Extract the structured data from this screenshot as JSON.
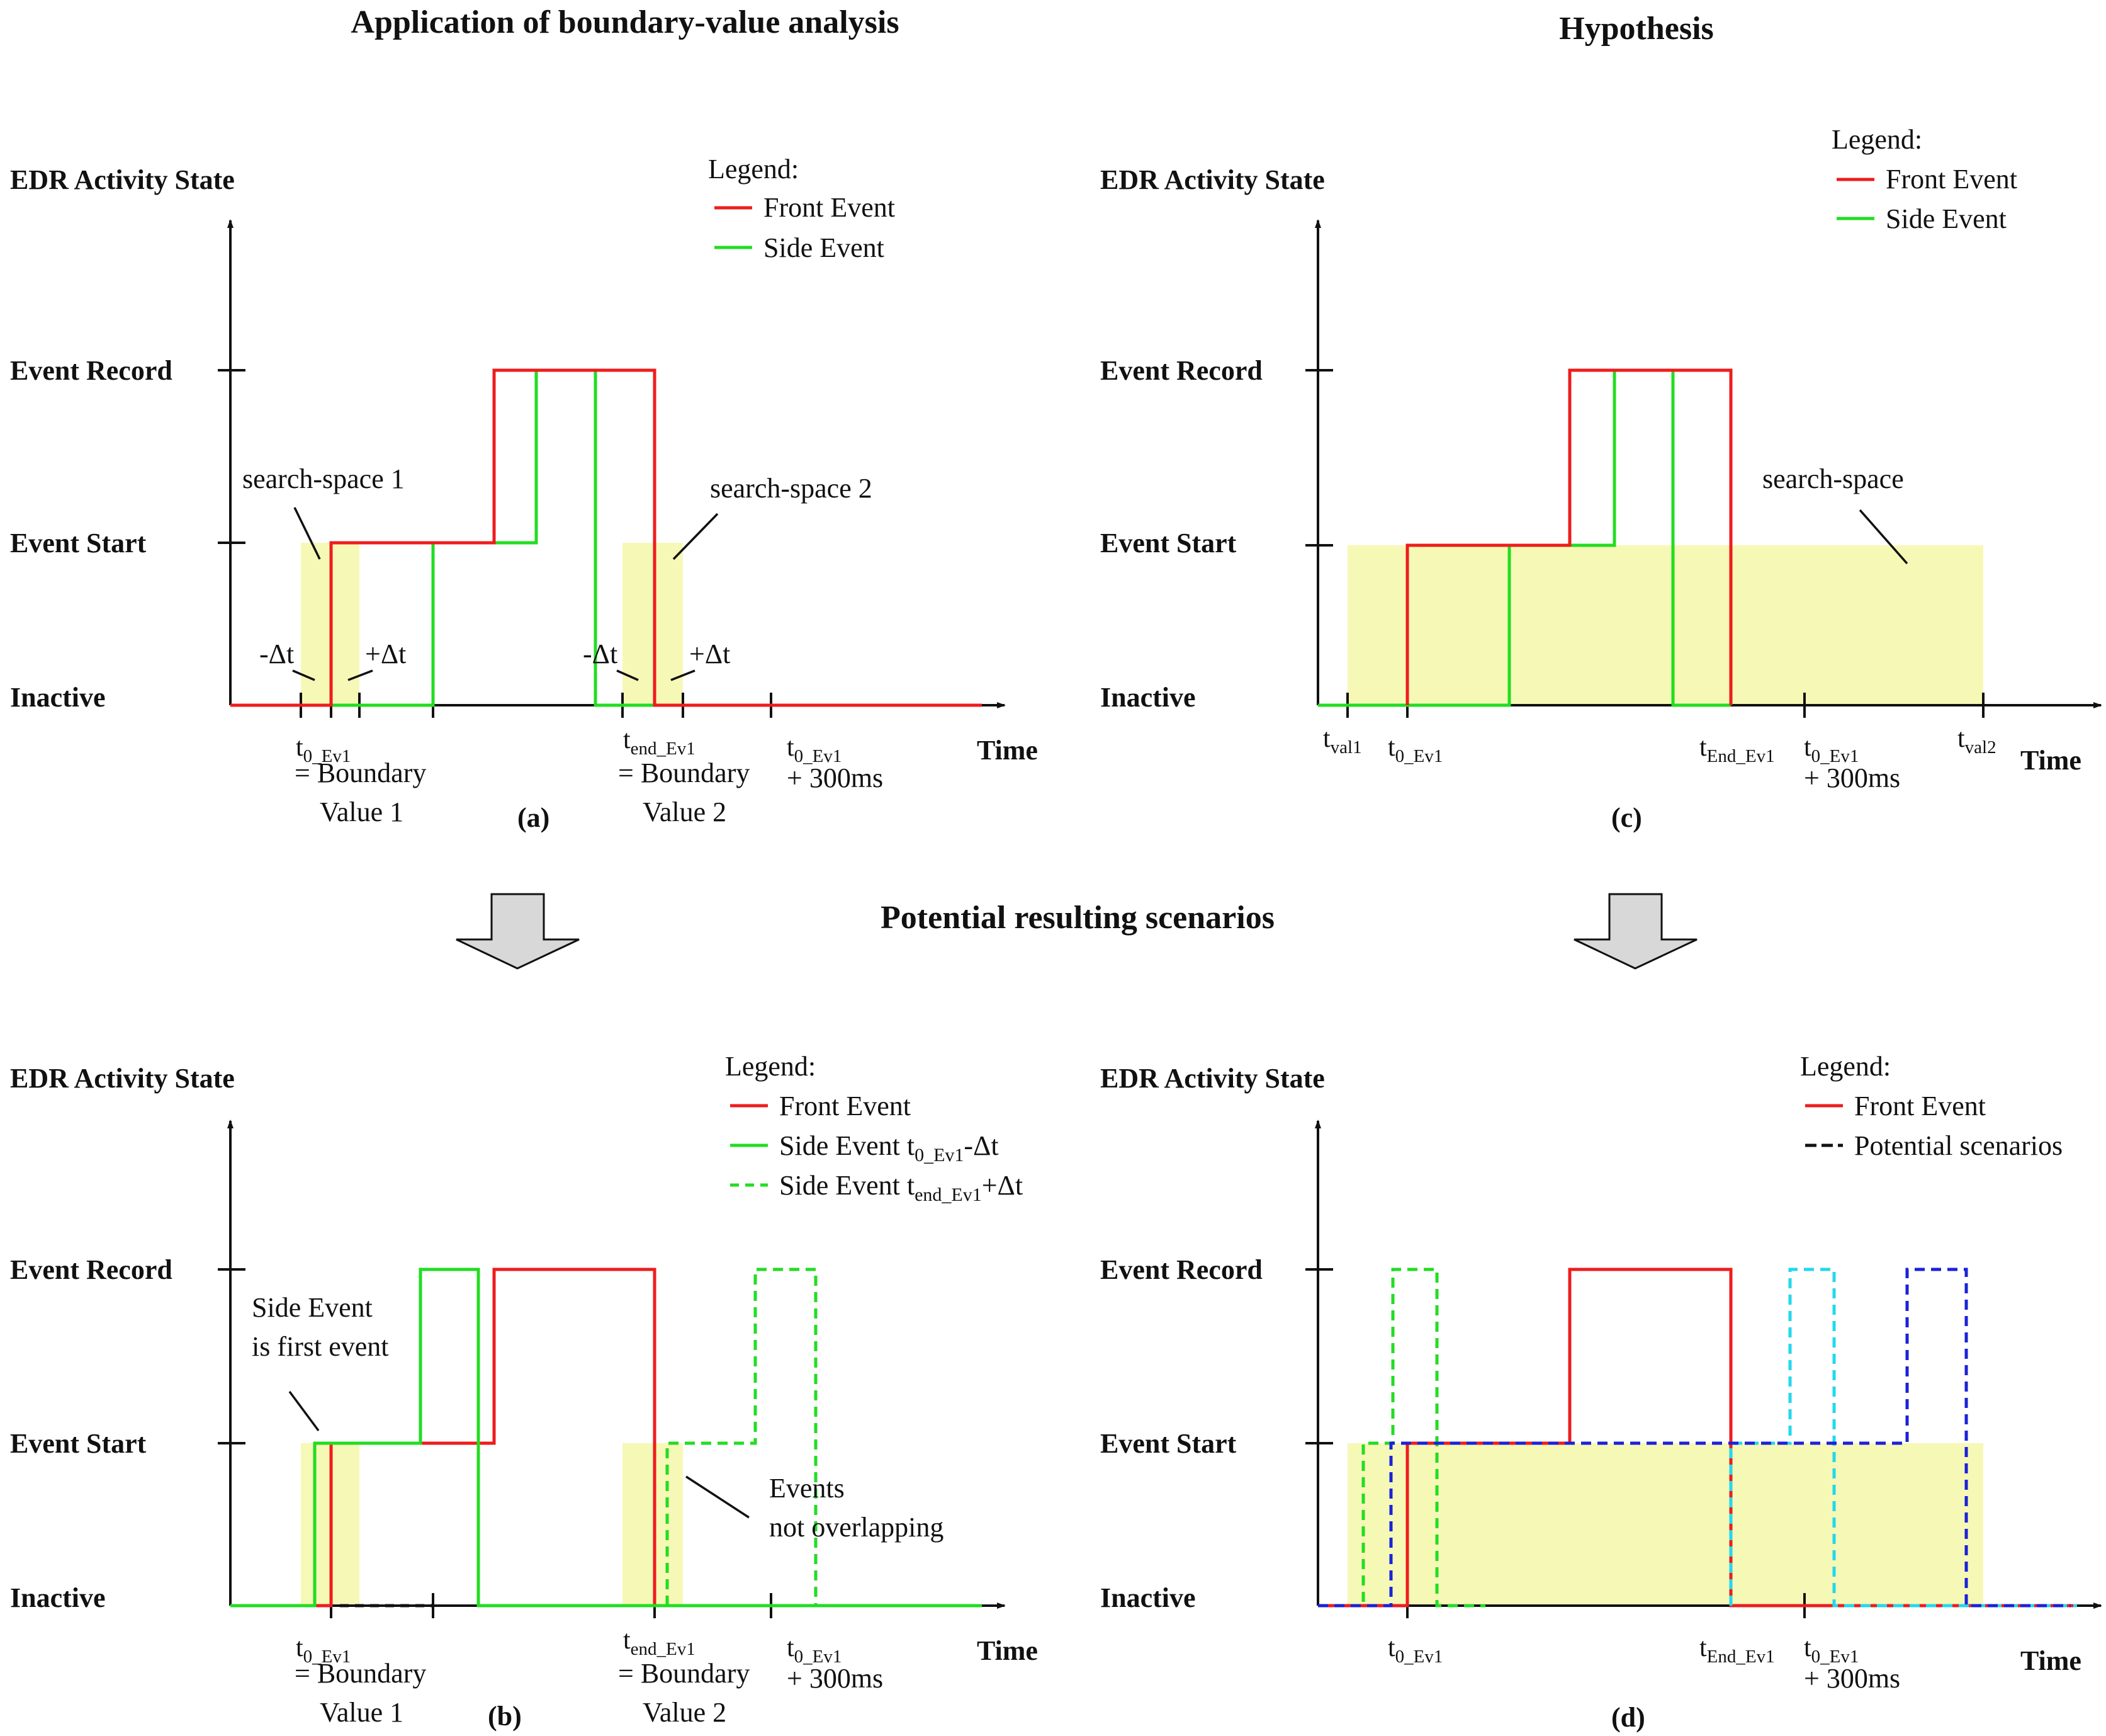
{
  "headings": {
    "top_left": "Application of boundary-value analysis",
    "top_right": "Hypothesis",
    "middle": "Potential resulting scenarios"
  },
  "colors": {
    "front": "#ee1c1c",
    "side": "#22dd22",
    "shade": "#f6f8b6",
    "cyan": "#22d8ee",
    "blue": "#1a22d8",
    "arrow_fill": "#d8d8d8"
  },
  "panels": {
    "a": {
      "label": "(a)",
      "y_title": "EDR Activity State",
      "x_title": "Time",
      "states": [
        "Event Record",
        "Event Start",
        "Inactive"
      ],
      "legend_title": "Legend:",
      "legend": [
        "Front Event",
        "Side Event"
      ],
      "search1": "search-space 1",
      "search2": "search-space 2",
      "minus_dt": "-Δt",
      "plus_dt": "+Δt",
      "t0_base": "t",
      "t0_sub": "0_Ev1",
      "boundary": "= Boundary",
      "value1": "Value 1",
      "tend_base": "t",
      "tend_sub": "end_Ev1",
      "value2": "Value 2",
      "plus300": "+ 300ms"
    },
    "b": {
      "label": "(b)",
      "y_title": "EDR Activity State",
      "x_title": "Time",
      "states": [
        "Event Record",
        "Event Start",
        "Inactive"
      ],
      "legend_title": "Legend:",
      "legend_front": "Front Event",
      "legend_side_pre": "Side Event t",
      "legend_side_sub": "0_Ev1",
      "legend_side_post": "-Δt",
      "legend_side2_pre": "Side Event t",
      "legend_side2_sub": "end_Ev1",
      "legend_side2_post": "+Δt",
      "note1_l1": "Side Event",
      "note1_l2": "is first event",
      "note2_l1": "Events",
      "note2_l2": "not overlapping",
      "t0_base": "t",
      "t0_sub": "0_Ev1",
      "boundary": "= Boundary",
      "value1": "Value 1",
      "tend_base": "t",
      "tend_sub": "end_Ev1",
      "value2": "Value 2",
      "plus300": "+ 300ms"
    },
    "c": {
      "label": "(c)",
      "y_title": "EDR Activity State",
      "x_title": "Time",
      "states": [
        "Event Record",
        "Event Start",
        "Inactive"
      ],
      "legend_title": "Legend:",
      "legend": [
        "Front Event",
        "Side Event"
      ],
      "search": "search-space",
      "tval1_base": "t",
      "tval1_sub": "val1",
      "t0_base": "t",
      "t0_sub": "0_Ev1",
      "tend_base": "t",
      "tend_sub": "End_Ev1",
      "tval2_base": "t",
      "tval2_sub": "val2",
      "plus300": "+ 300ms"
    },
    "d": {
      "label": "(d)",
      "y_title": "EDR Activity State",
      "x_title": "Time",
      "states": [
        "Event Record",
        "Event Start",
        "Inactive"
      ],
      "legend_title": "Legend:",
      "legend": [
        "Front Event",
        "Potential scenarios"
      ],
      "t0_base": "t",
      "t0_sub": "0_Ev1",
      "tend_base": "t",
      "tend_sub": "End_Ev1",
      "plus300": "+ 300ms"
    }
  }
}
